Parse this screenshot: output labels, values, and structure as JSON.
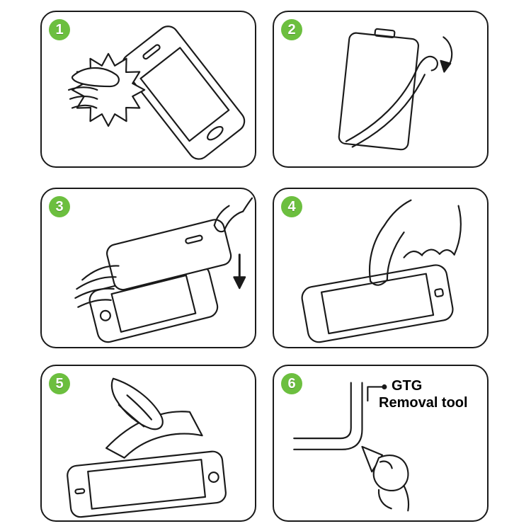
{
  "page": {
    "background": "#ffffff"
  },
  "colors": {
    "badge": "#6cbf3f",
    "badge_text": "#ffffff",
    "line": "#1a1a1a"
  },
  "steps": [
    {
      "number": "1",
      "name": "clean-screen-with-cloth"
    },
    {
      "number": "2",
      "name": "peel-protective-film"
    },
    {
      "number": "3",
      "name": "align-and-place-glass"
    },
    {
      "number": "4",
      "name": "press-finger-on-screen"
    },
    {
      "number": "5",
      "name": "smooth-out-film"
    },
    {
      "number": "6",
      "name": "use-removal-tool",
      "label": {
        "line1": "GTG",
        "line2": "Removal tool"
      }
    }
  ]
}
